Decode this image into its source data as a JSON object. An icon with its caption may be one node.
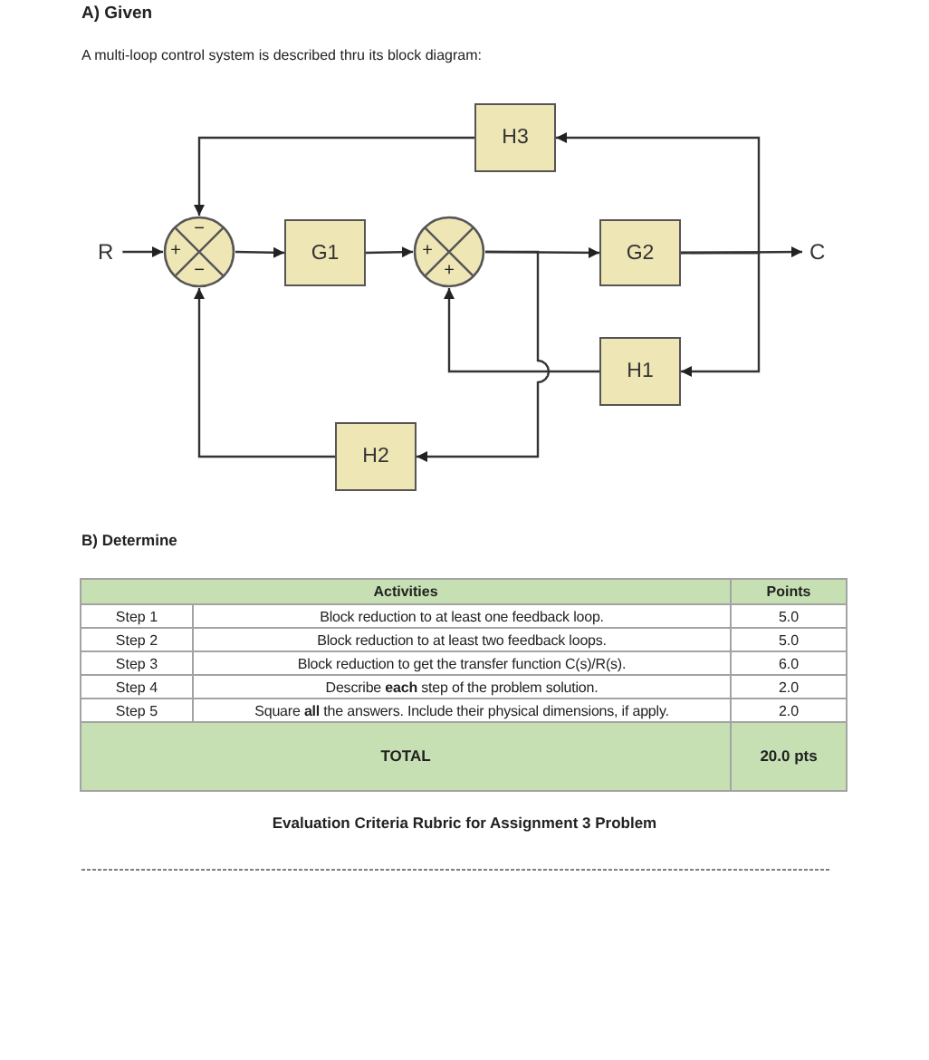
{
  "diagram": {
    "caption": "Evaluation Criteria Rubric for Assignment 3 Problem",
    "nodes": [
      {
        "text": [
          "H3"
        ]
      },
      {
        "text": [
          "R"
        ]
      },
      {
        "text": [
          "+",
          "−",
          "−"
        ]
      },
      {
        "text": [
          "G1"
        ]
      },
      {
        "text": [
          "+",
          "+"
        ]
      },
      {
        "text": [
          "G2"
        ]
      },
      {
        "text": [
          "C"
        ]
      },
      {
        "text": [
          "H1"
        ]
      },
      {
        "text": [
          "H2"
        ]
      }
    ],
    "edges": [
      {
        "from": 1,
        "to": 2,
        "arrow": "to"
      },
      {
        "from": 2,
        "to": 3,
        "arrow": "to"
      },
      {
        "from": 3,
        "to": 4,
        "arrow": "to"
      },
      {
        "from": 4,
        "to": 5,
        "arrow": "to"
      },
      {
        "from": 5,
        "to": 6,
        "arrow": "to"
      },
      {
        "from": 5,
        "to": 0,
        "arrow": "to"
      },
      {
        "from": 5,
        "to": 7,
        "arrow": "to"
      },
      {
        "from": 0,
        "to": 2,
        "arrow": "to"
      },
      {
        "from": 7,
        "to": 4,
        "arrow": "to"
      },
      {
        "from": 4,
        "to": 8,
        "arrow": "to"
      },
      {
        "from": 8,
        "to": 2,
        "arrow": "to"
      }
    ],
    "labels": [
      "A) Given",
      "A multi-loop control system is described thru its block diagram:",
      "B) Determine",
      "Activities",
      "Points",
      "Step 1",
      "Block reduction to at least one feedback loop.",
      "5.0",
      "Step 2",
      "Block reduction to at least two feedback loops.",
      "5.0",
      "Step 3",
      "Block reduction to get the transfer function C(s)/R(s).",
      "6.0",
      "Step 4",
      "Describe **each** step of the problem solution.",
      "2.0",
      "Step 5",
      "Square **all** the answers. Include their physical dimensions, if apply.",
      "2.0",
      "TOTAL",
      "20.0 pts"
    ]
  }
}
